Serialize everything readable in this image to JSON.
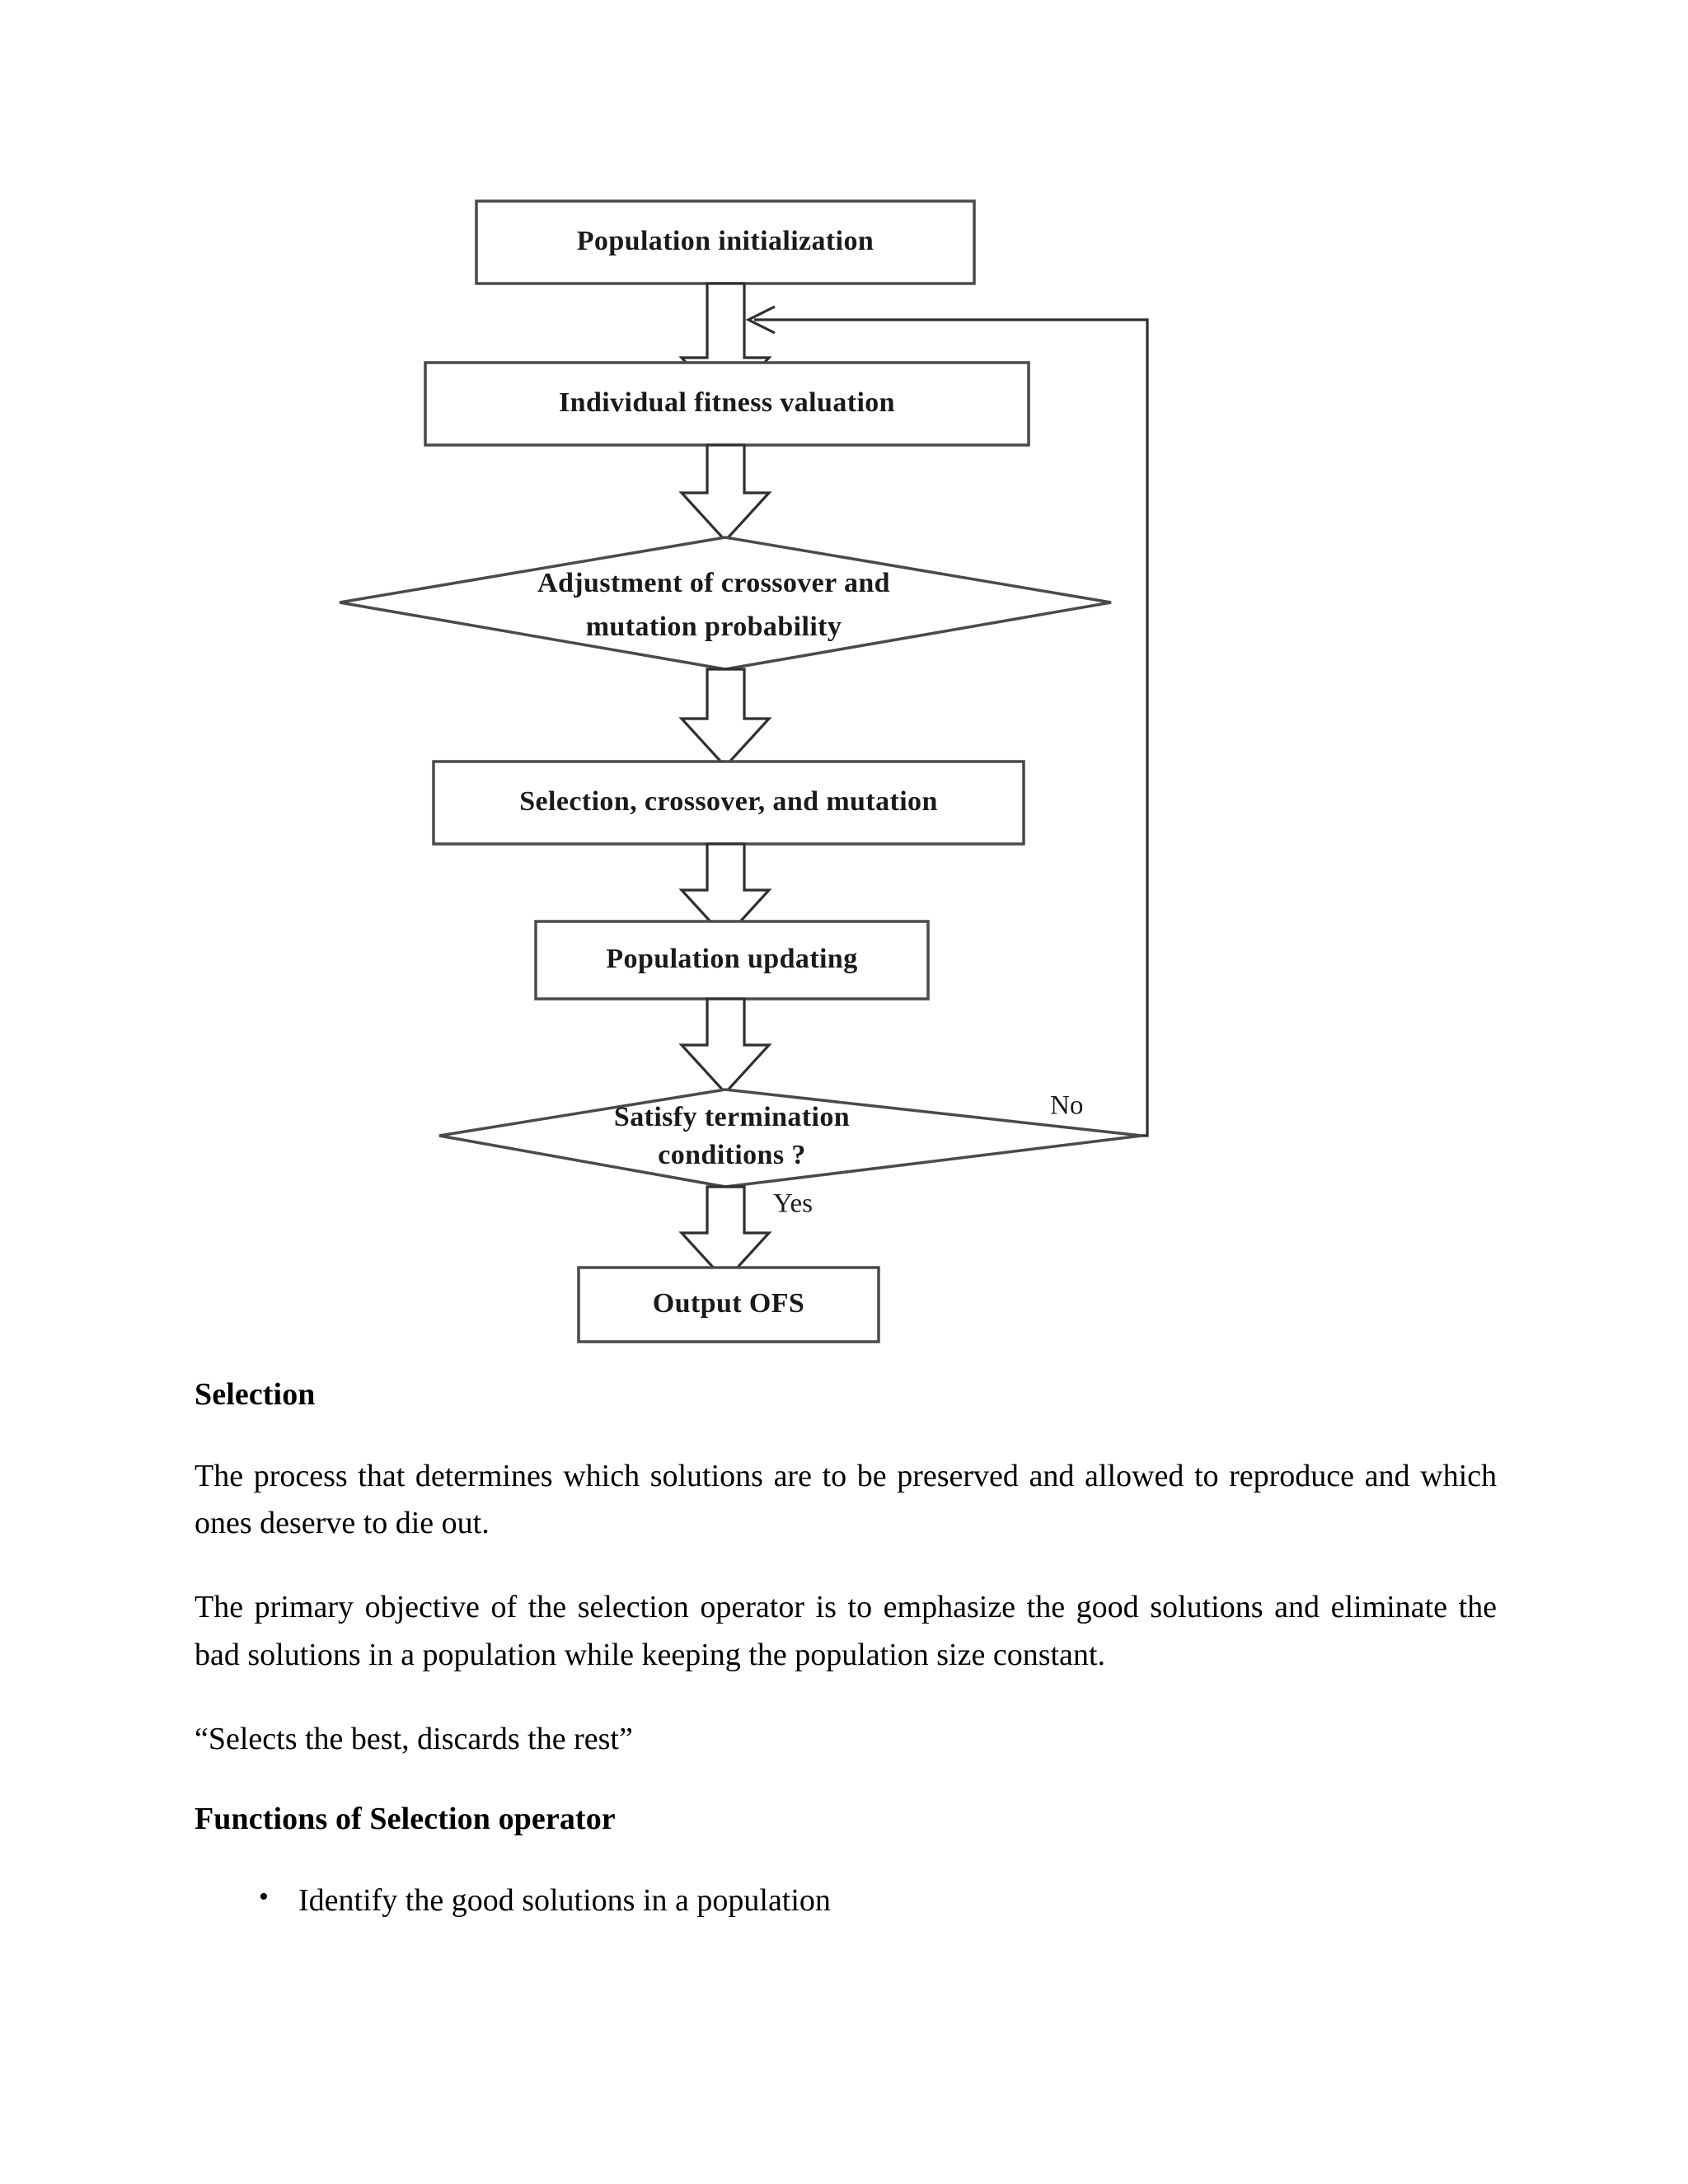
{
  "figure": {
    "title": "Genetic algorithm flowchart",
    "nodes": [
      {
        "id": "population-initialization",
        "shape": "process",
        "label": "Population initialization"
      },
      {
        "id": "individual-fitness-valuation",
        "shape": "process",
        "label": "Individual fitness valuation"
      },
      {
        "id": "adjustment-of-crossover-and-mutation-probability",
        "shape": "decision",
        "label_line1": "Adjustment of crossover and",
        "label_line2": "mutation probability"
      },
      {
        "id": "selection-crossover-and-mutation",
        "shape": "process",
        "label": "Selection, crossover, and mutation"
      },
      {
        "id": "population-updating",
        "shape": "process",
        "label": "Population updating"
      },
      {
        "id": "satisfy-termination-conditions",
        "shape": "decision",
        "label_line1": "Satisfy termination",
        "label_line2": "conditions ?"
      },
      {
        "id": "output-ofs",
        "shape": "process",
        "label": "Output OFS"
      }
    ],
    "edge_labels": {
      "no": "No",
      "yes": "Yes"
    },
    "colors": {
      "shape_stroke": "#4a4a4a",
      "arrow_stroke": "#2f2f2f",
      "shape_fill": "#ffffff",
      "text": "#1a1a1a"
    }
  },
  "content": {
    "heading_selection": "Selection",
    "paragraph_1": "The process that determines which solutions are  to be preserved and allowed to reproduce and which ones deserve to die out.",
    "paragraph_2": "The primary objective of the selection operator is  to emphasize the good solutions and eliminate the bad solutions in a population while keeping  the population size constant.",
    "quote": "“Selects the best, discards the rest”",
    "heading_functions": "Functions of Selection operator",
    "bullets": [
      "Identify the good solutions in a population"
    ]
  }
}
